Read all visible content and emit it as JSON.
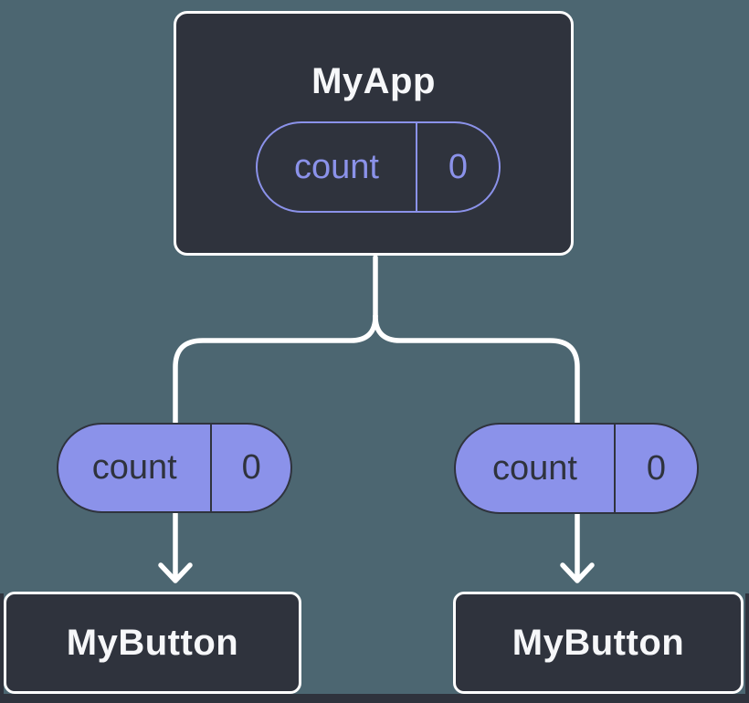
{
  "colors": {
    "background": "#4C6671",
    "node_fill": "#2F333D",
    "node_border": "#FFFFFF",
    "node_text": "#F6F7F9",
    "pill_purple": "#8B92EA",
    "pill_text_dark": "#2F333D",
    "connector": "#FFFFFF"
  },
  "tree": {
    "root": {
      "label": "MyApp",
      "prop": {
        "name": "count",
        "value": "0"
      }
    },
    "children": [
      {
        "label": "MyButton",
        "prop": {
          "name": "count",
          "value": "0"
        }
      },
      {
        "label": "MyButton",
        "prop": {
          "name": "count",
          "value": "0"
        }
      }
    ]
  }
}
